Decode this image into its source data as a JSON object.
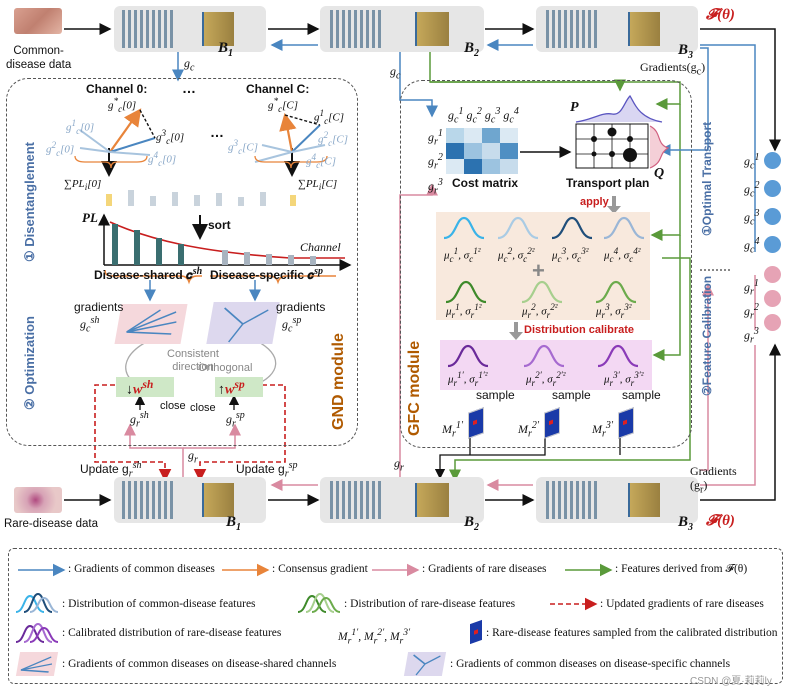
{
  "colors": {
    "blue": "#4a86c0",
    "orange": "#e8843a",
    "pink": "#d98aa0",
    "green": "#5a9a3a",
    "red": "#c81e1e",
    "gray": "#e6e6e6",
    "dotblue": "#5a9bd6",
    "dotpink": "#e6a3b5"
  },
  "inputs": {
    "common": "Common-\ndisease data",
    "rare": "Rare-disease data"
  },
  "blocks": {
    "b1": "B",
    "b1sub": "1",
    "b2": "B",
    "b2sub": "2",
    "b3": "B",
    "b3sub": "3"
  },
  "ftheta": "𝓕(θ)",
  "gradients_gc": "Gradients(g",
  "gradients_gc_sub": "c",
  "gradients_gr": "Gradients",
  "gradients_gr2": "(g",
  "gradients_gr_sub": "r",
  "gc_label": "g",
  "gr_label": "g",
  "gnd": {
    "title": "GND module",
    "channel0": "Channel 0:",
    "channelC": "Channel C:",
    "ellipsis": "…",
    "sum0": "∑PL",
    "sumC": "∑PL",
    "pl": "PL",
    "sort": "sort",
    "channel": "Channel",
    "shared": "Disease-shared 𝒄",
    "shared_sup": "sh",
    "specific": "Disease-specific 𝒄",
    "specific_sup": "sp",
    "gradients": "gradients",
    "consistent": "Consistent direction",
    "orthogonal": "Orthogonal",
    "close": "close",
    "wsh": "w",
    "wsh_sup": "sh",
    "wsp": "w",
    "wsp_sup": "sp",
    "update_sh": "Update g",
    "update_sp": "Update g",
    "disentanglement": "① Disentanglement",
    "optimization": "② Optimization"
  },
  "gfc": {
    "title": "GFC module",
    "cost_matrix": "Cost matrix",
    "transport_plan": "Transport plan",
    "apply": "apply",
    "P": "P",
    "Q": "Q",
    "calibrate": "Distribution calibrate",
    "sample": "sample",
    "ot": "①Optimal Transport",
    "fc": "②Feature Calibration",
    "mu_c": [
      "μ¹c, σc¹²",
      "μ²c, σc²²",
      "μ³c, σc³²",
      "μ⁴c, σc⁴²"
    ],
    "mu_r": [
      "μ¹r, σr¹²",
      "μ²r, σr²²",
      "μ³r, σr³²"
    ],
    "mu_rp": [
      "μ¹′r, σr¹′²",
      "μ²′r, σr²′²",
      "μ³′r, σr³′²"
    ],
    "M": [
      "M¹′r",
      "M²′r",
      "M³′r"
    ]
  },
  "legend": {
    "blue": ": Gradients of common diseases",
    "orange": ": Consensus gradient",
    "pink": ": Gradients of rare diseases",
    "green": ": Features derived from 𝓕(θ)",
    "dist_common": ": Distribution of common-disease features",
    "dist_rare": ": Distribution of rare-disease features",
    "updated": ": Updated gradients of rare diseases",
    "calibrated": ": Calibrated distribution of rare-disease features",
    "mset": "M¹′r, M²′r, M³′r",
    "sampled": ": Rare-disease features sampled from the calibrated distribution",
    "shared_ch": ": Gradients of common diseases on disease-shared channels",
    "specific_ch": ": Gradients of common diseases on disease-specific channels"
  },
  "watermark": "CSDN @夏·莉莉ly"
}
